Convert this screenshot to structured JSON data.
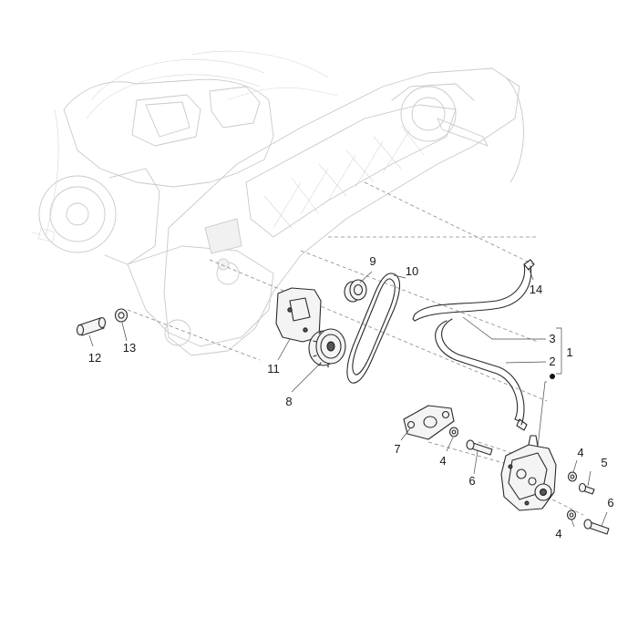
{
  "callouts": {
    "c1": "1",
    "c2": "2",
    "c3": "3",
    "c4a": "4",
    "c4b": "4",
    "c4c": "4",
    "c5": "5",
    "c6a": "6",
    "c6b": "6",
    "c7": "7",
    "c8": "8",
    "c9": "9",
    "c10": "10",
    "c11": "11",
    "c12": "12",
    "c13": "13",
    "c14": "14"
  },
  "icons": {
    "bullet": "filled-dot"
  }
}
